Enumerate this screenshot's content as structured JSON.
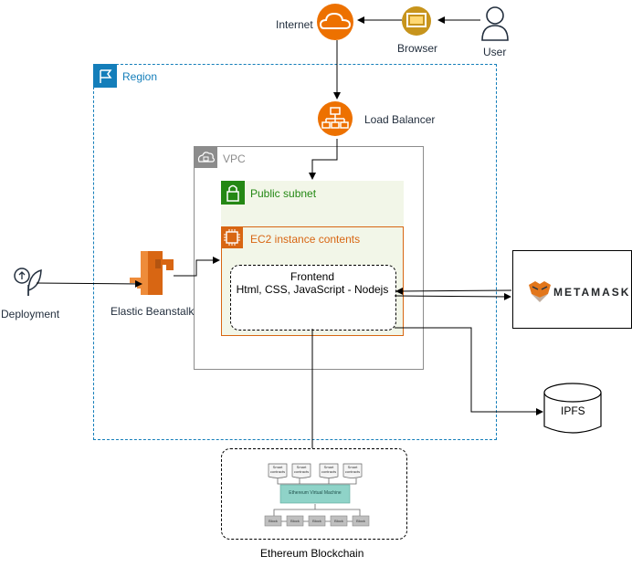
{
  "nodes": {
    "internet": "Internet",
    "browser": "Browser",
    "user": "User",
    "region": "Region",
    "load_balancer": "Load Balancer",
    "vpc": "VPC",
    "public_subnet": "Public subnet",
    "ec2": "EC2 instance contents",
    "frontend_title": "Frontend",
    "frontend_stack": "Html, CSS, JavaScript - Nodejs",
    "deployment": "Deployment",
    "elastic_beanstalk": "Elastic Beanstalk",
    "metamask": "METAMASK",
    "ipfs": "IPFS",
    "ethereum": "Ethereum Blockchain"
  },
  "evm": {
    "contracts": [
      "Smart contracts",
      "Smart contracts",
      "Smart contracts",
      "Smart contracts"
    ],
    "machine": "Ethereum Virtual Machine",
    "blocks": [
      "Block",
      "Block",
      "Block",
      "Block",
      "Block"
    ]
  },
  "colors": {
    "aws_orange": "#ed7100",
    "region_blue": "#147eba",
    "subnet_green": "#248814",
    "ec2_orange": "#d86613",
    "vpc_gray": "#8c8c8c",
    "evm_teal": "#8fd3c8"
  }
}
